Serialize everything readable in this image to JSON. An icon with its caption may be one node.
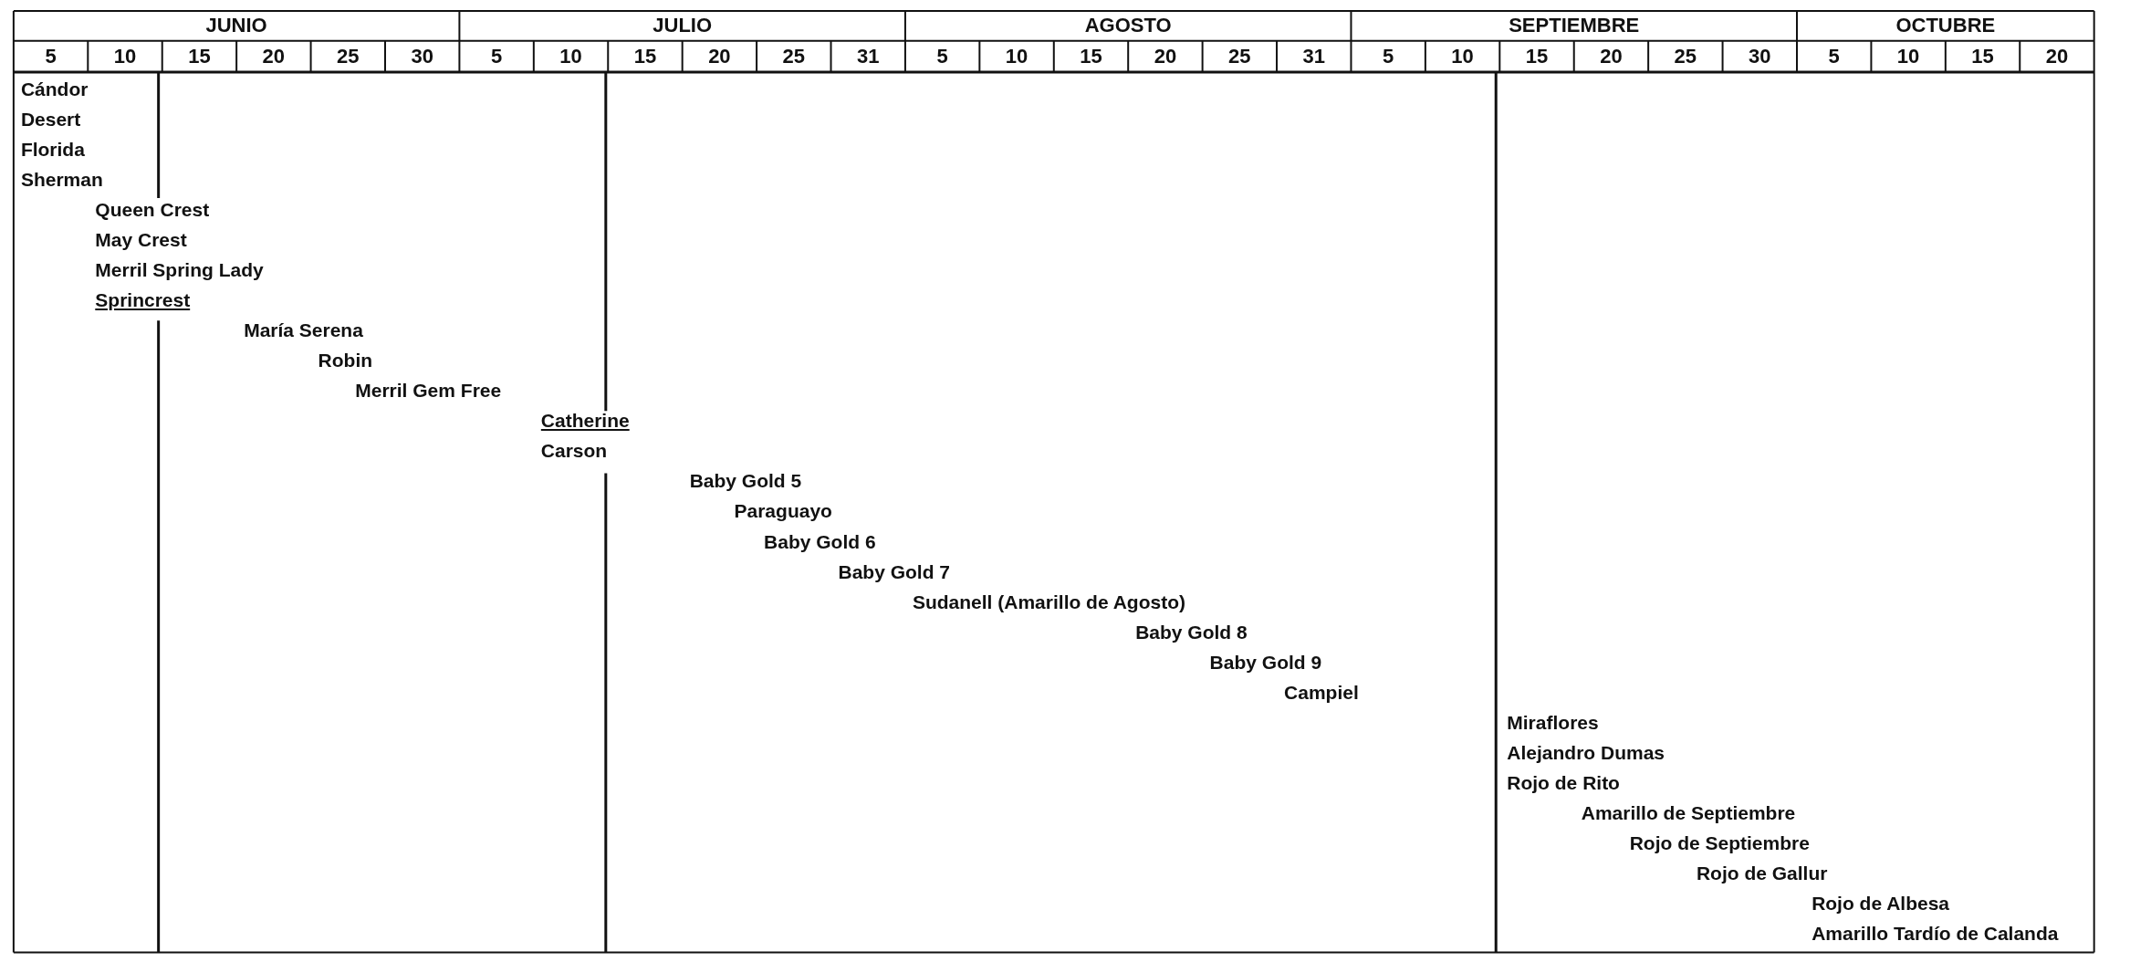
{
  "diagram": {
    "labels": [
      "JUNIO",
      "JULIO",
      "AGOSTO",
      "SEPTIEMBRE",
      "OCTUBRE",
      "5",
      "10",
      "15",
      "20",
      "25",
      "30",
      "5",
      "10",
      "15",
      "20",
      "25",
      "31",
      "5",
      "10",
      "15",
      "20",
      "25",
      "31",
      "5",
      "10",
      "15",
      "20",
      "25",
      "30",
      "5",
      "10",
      "15",
      "20",
      "Cándor",
      "Desert",
      "Florida",
      "Sherman",
      "Queen Crest",
      "May Crest",
      "Merril Spring Lady",
      "Sprincrest",
      "María Serena",
      "Robin",
      "Merril Gem Free",
      "Catherine",
      "Carson",
      "Baby Gold 5",
      "Paraguayo",
      "Baby Gold 6",
      "Baby Gold 7",
      "Sudanell (Amarillo de Agosto)",
      "Baby Gold 8",
      "Baby Gold 9",
      "Campiel",
      "Miraflores",
      "Alejandro Dumas",
      "Rojo de Rito",
      "Amarillo de Septiembre",
      "Rojo de Septiembre",
      "Rojo de Gallur",
      "Rojo de Albesa",
      "Amarillo Tardío de Calanda"
    ]
  }
}
